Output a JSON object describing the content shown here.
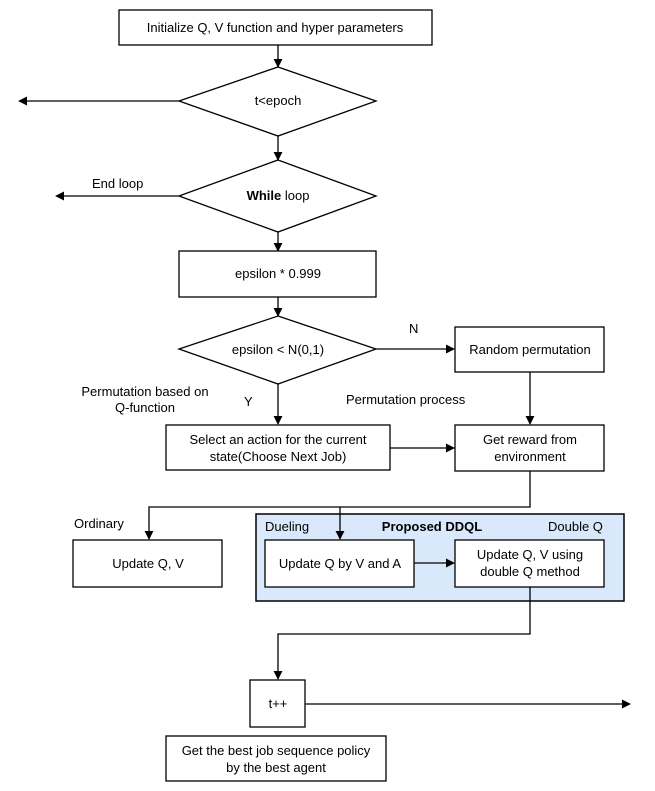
{
  "nodes": {
    "init": "Initialize Q, V function and hyper parameters",
    "epoch_cond": "t<epoch",
    "while_bold": "While",
    "while_rest": " loop",
    "epsilon_decay": "epsilon * 0.999",
    "epsilon_cond": "epsilon <  N(0,1)",
    "random_perm": "Random permutation",
    "select_action_l1": "Select an action for the current",
    "select_action_l2": "state(Choose Next Job)",
    "reward_l1": "Get reward from",
    "reward_l2": "environment",
    "update_qv": "Update Q, V",
    "update_dueling": "Update Q by V and A",
    "update_double_l1": "Update Q, V using",
    "update_double_l2": "double Q method",
    "increment": "t++",
    "final_l1": "Get the best job sequence policy",
    "final_l2": "by the best agent"
  },
  "labels": {
    "end_loop": "End loop",
    "no": "N",
    "yes": "Y",
    "perm_q_l1": "Permutation based on",
    "perm_q_l2": "Q-function",
    "perm_process": "Permutation process",
    "ordinary": "Ordinary",
    "dueling": "Dueling",
    "proposed": "Proposed DDQL",
    "double_q": "Double Q"
  },
  "colors": {
    "group_fill": "#dae8fc",
    "stroke": "#000000"
  }
}
